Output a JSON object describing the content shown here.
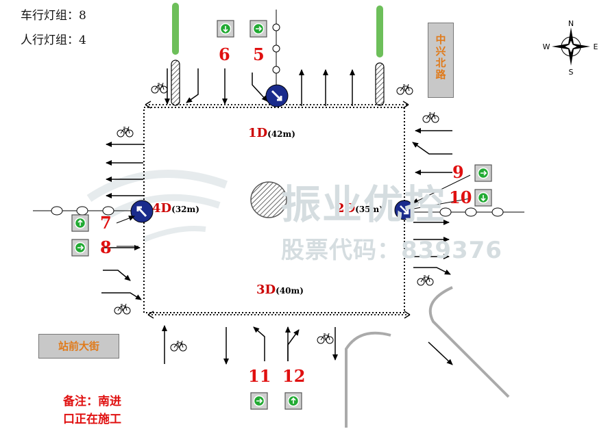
{
  "info": {
    "vehicle_groups": "车行灯组：8",
    "pedestrian_groups": "人行灯组：4"
  },
  "streets": {
    "north": "中兴北路",
    "south": "站前大街"
  },
  "note": {
    "line1": "备注：南进",
    "line2": "口正在施工"
  },
  "crosswalks": {
    "north": {
      "id": "1D",
      "length": "(42m)"
    },
    "east": {
      "id": "2D",
      "length": "(35m)"
    },
    "south": {
      "id": "3D",
      "length": "(40m)"
    },
    "west": {
      "id": "4D",
      "length": "(32m)"
    }
  },
  "signal_numbers": {
    "s5": "5",
    "s6": "6",
    "s7": "7",
    "s8": "8",
    "s9": "9",
    "s10": "10",
    "s11": "11",
    "s12": "12"
  },
  "compass": {
    "n": "N",
    "s": "S",
    "e": "E",
    "w": "W"
  },
  "watermark": {
    "main": "振业优控",
    "sub": "股票代码：839376"
  },
  "colors": {
    "signal_number": "#e01010",
    "crosswalk_label": "#cc0000",
    "street_text": "#e07a1a",
    "sign_blue": "#1a2b8c",
    "green_bar": "#6dbf5a"
  }
}
